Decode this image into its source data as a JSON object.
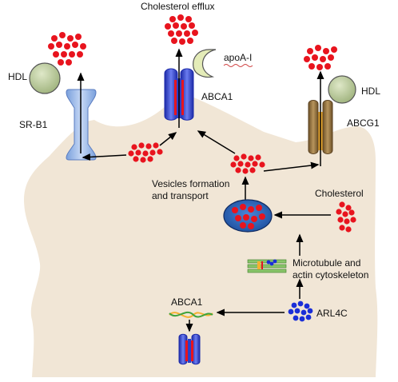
{
  "labels": {
    "top_title": "Cholesterol efflux",
    "hdl_left": "HDL",
    "sr_b1": "SR-B1",
    "apoa1": "apoA-I",
    "abca1_top": "ABCA1",
    "hdl_right": "HDL",
    "abcg1": "ABCG1",
    "vesicles_line1": "Vesicles formation",
    "vesicles_line2": "and transport",
    "cholesterol": "Cholesterol",
    "microtubule_line1": "Microtubule and",
    "microtubule_line2": "actin cytoskeleton",
    "abca1_bottom": "ABCA1",
    "arl4c": "ARL4C"
  },
  "colors": {
    "cell": "#f1e6d6",
    "cholesterol": "#e8141e",
    "hdl": "#b8c89a",
    "apoa1": "#e4ecb8",
    "srb1": "#8fb3e8",
    "abca1": "#2c3fc8",
    "abcg1": "#8a6a3a",
    "vesicle": "#2a63b8",
    "arl4c": "#1a2ed8",
    "microtubule": "#8ac56a"
  }
}
